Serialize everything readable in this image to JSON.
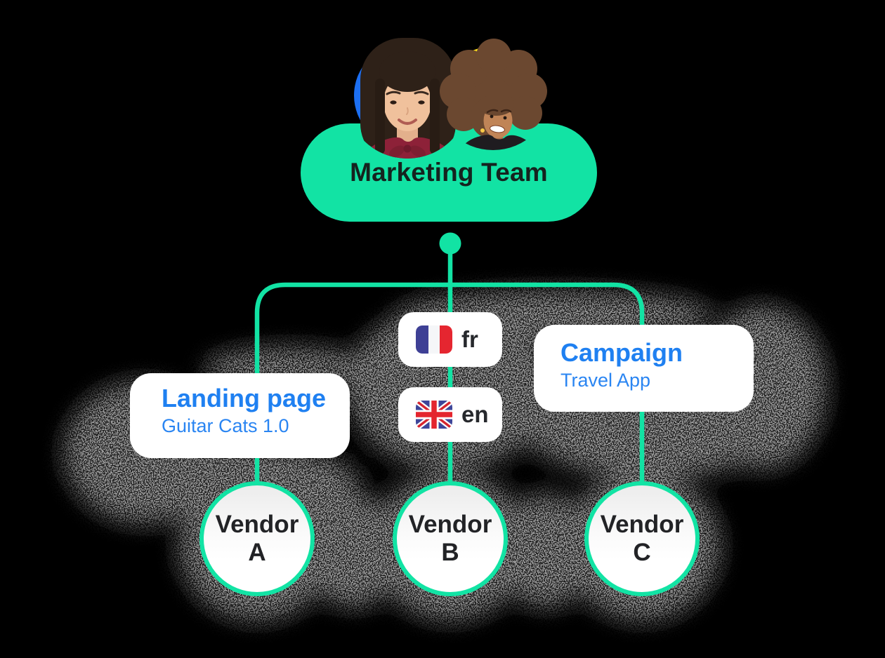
{
  "diagram": {
    "team": {
      "label": "Marketing Team"
    },
    "avatars": [
      {
        "name": "woman-dark-hair-avatar",
        "background": "#1c6ff2"
      },
      {
        "name": "woman-curly-hair-avatar",
        "background": "#ffdf1b"
      }
    ],
    "branches": {
      "landing": {
        "title": "Landing page",
        "subtitle": "Guitar Cats 1.0"
      },
      "languages": [
        {
          "code": "fr",
          "icon": "french-flag-icon"
        },
        {
          "code": "en",
          "icon": "uk-flag-icon"
        }
      ],
      "campaign": {
        "title": "Campaign",
        "subtitle": "Travel App"
      }
    },
    "vendors": [
      {
        "word": "Vendor",
        "letter": "A"
      },
      {
        "word": "Vendor",
        "letter": "B"
      },
      {
        "word": "Vendor",
        "letter": "C"
      }
    ]
  },
  "colors": {
    "teal": "#12e3a4",
    "blue_text": "#1f80f1",
    "dark_text": "#15231f",
    "card_background": "#ffffff",
    "page_background": "#000000",
    "avatar_circle_blue": "#1c6ff2",
    "avatar_circle_yellow": "#ffdf1b"
  }
}
